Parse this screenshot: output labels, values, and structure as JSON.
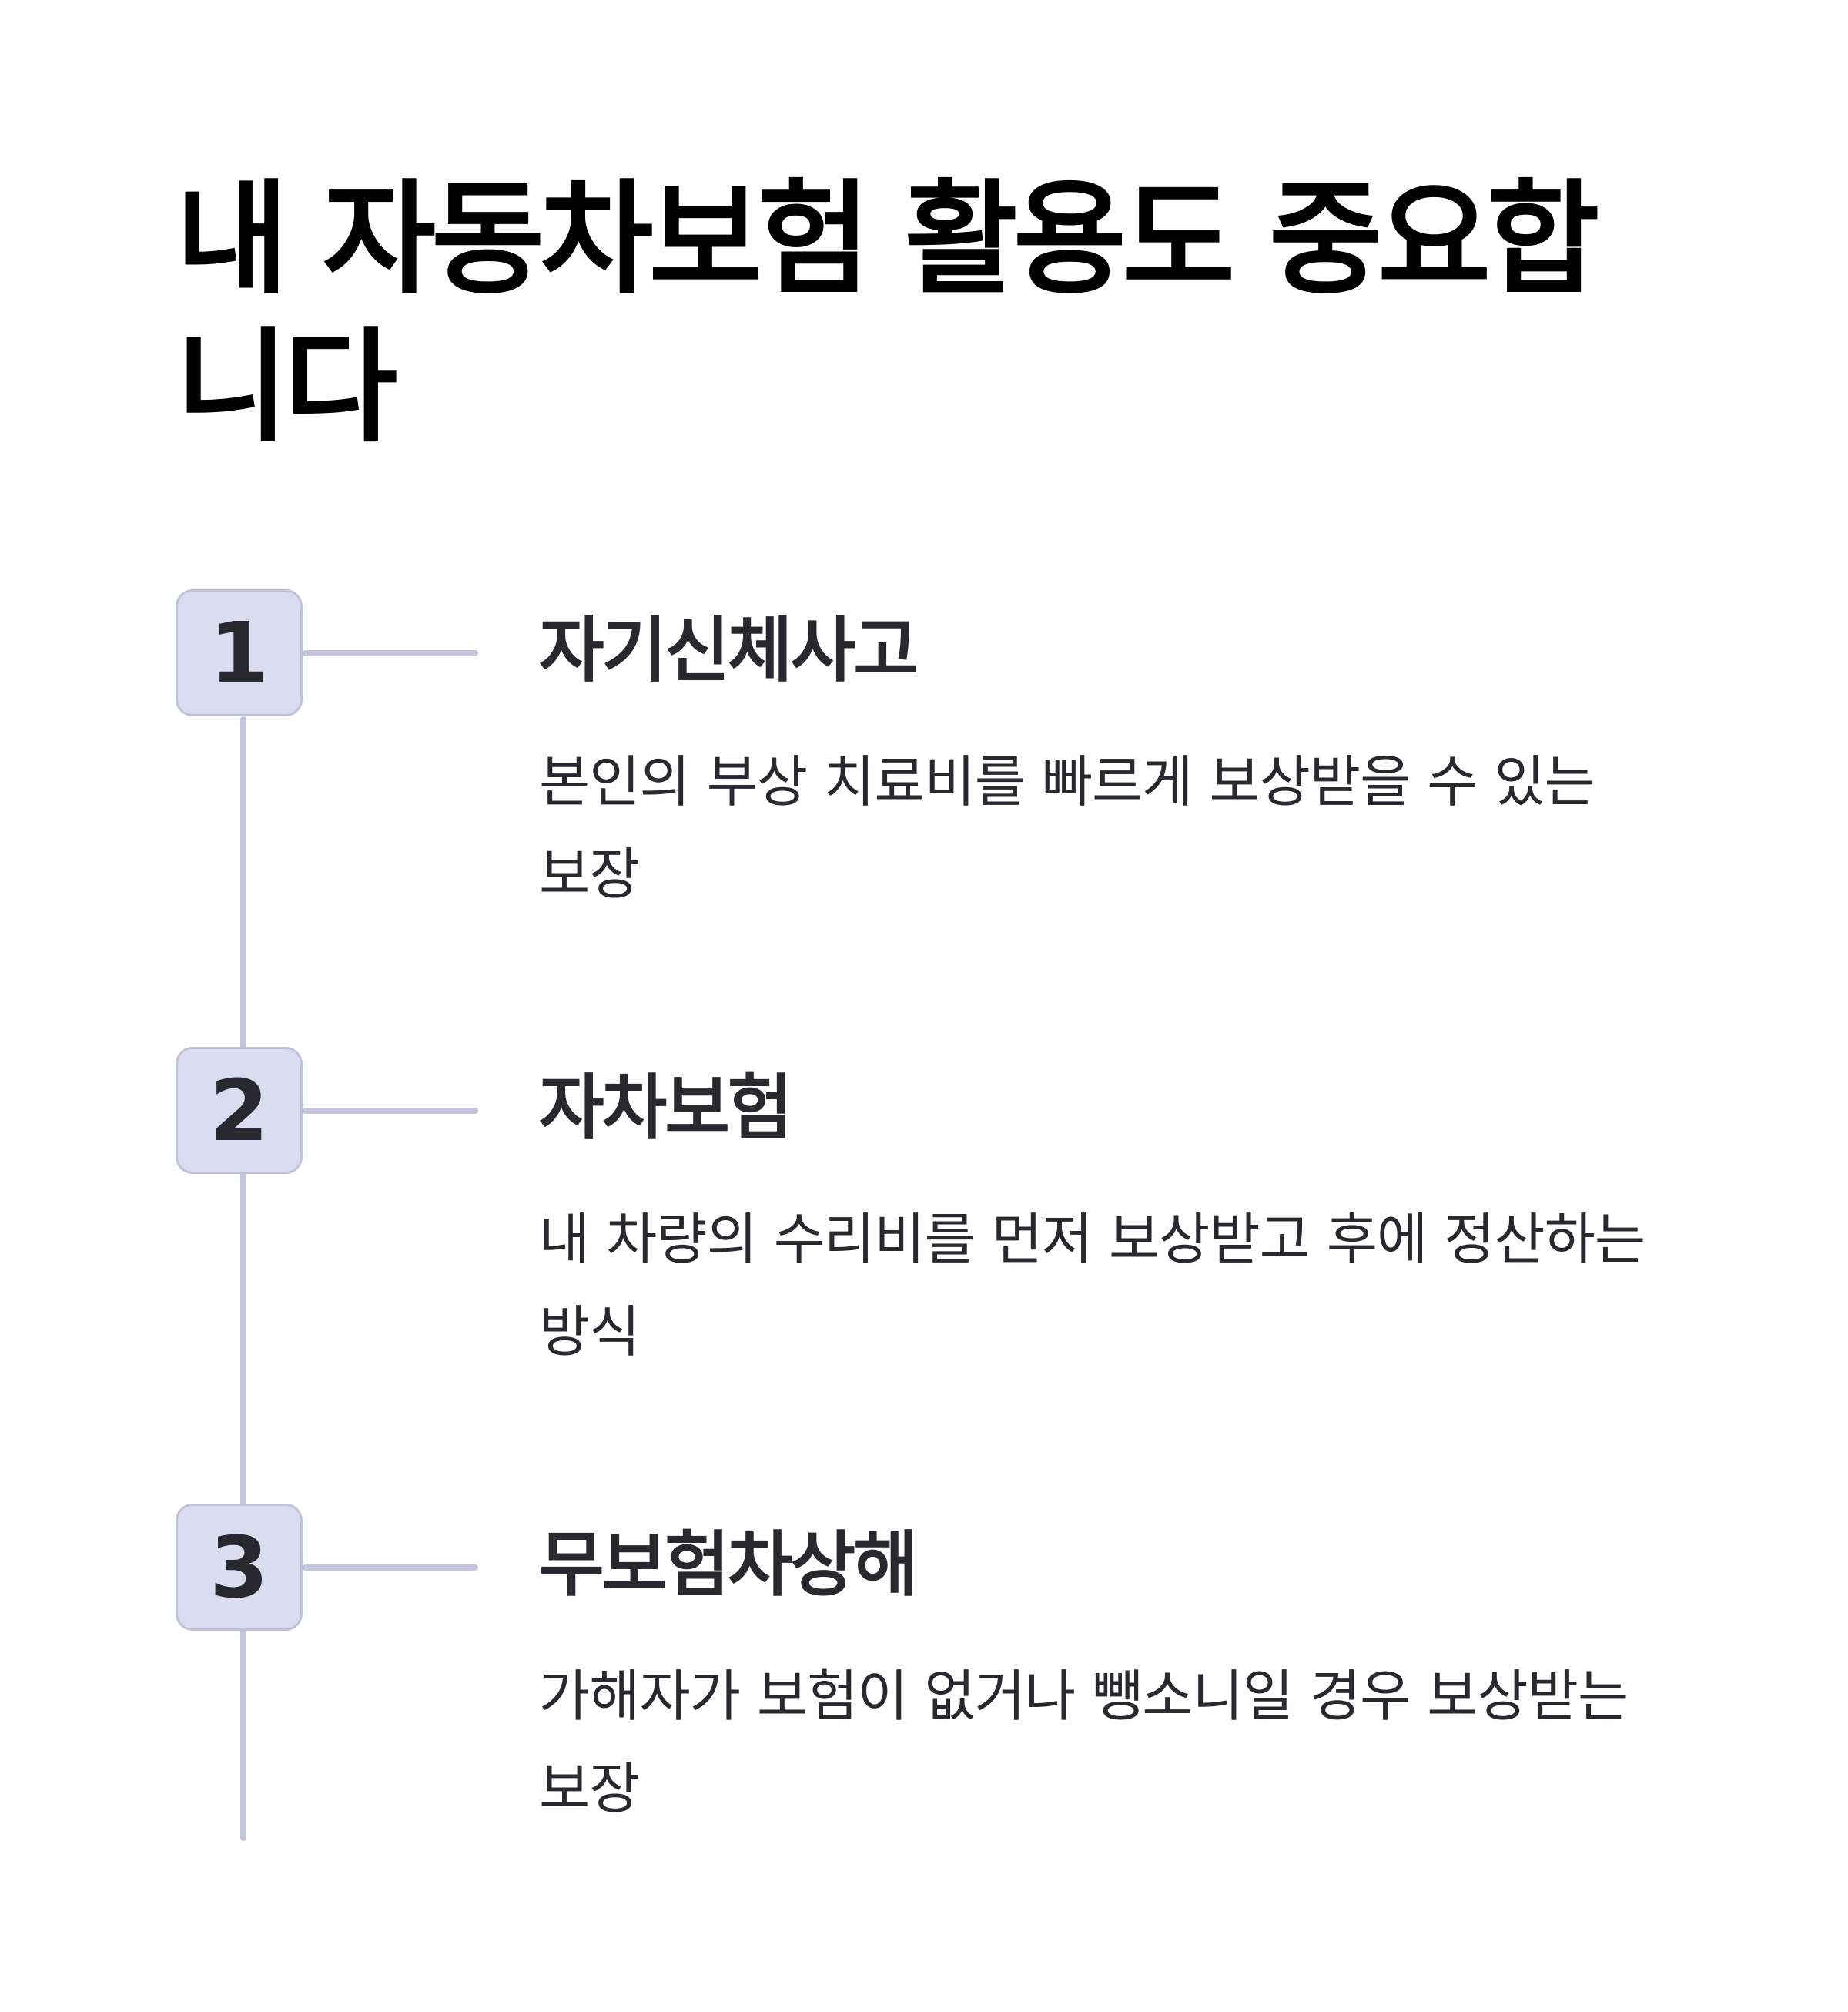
{
  "title": "내 자동차보험 활용도 중요합니다",
  "colors": {
    "badge_fill": "#dcdcf0",
    "badge_border": "#c0c0d8",
    "connector": "#c4c4dc",
    "text": "#28282e",
    "title": "#000000"
  },
  "steps": [
    {
      "number": "1",
      "title": "자기신체사고",
      "description": "본인의 부상 치료비를 빠르게 보상받을 수 있는 보장"
    },
    {
      "number": "2",
      "title": "자차보험",
      "description": "내 차량의 수리비를 먼저 보상받고 후에 정산하는 방식"
    },
    {
      "number": "3",
      "title": "무보험차상해",
      "description": "가해자가 보험이 없거나 뺑소니일 경우 보상받는 보장"
    }
  ]
}
